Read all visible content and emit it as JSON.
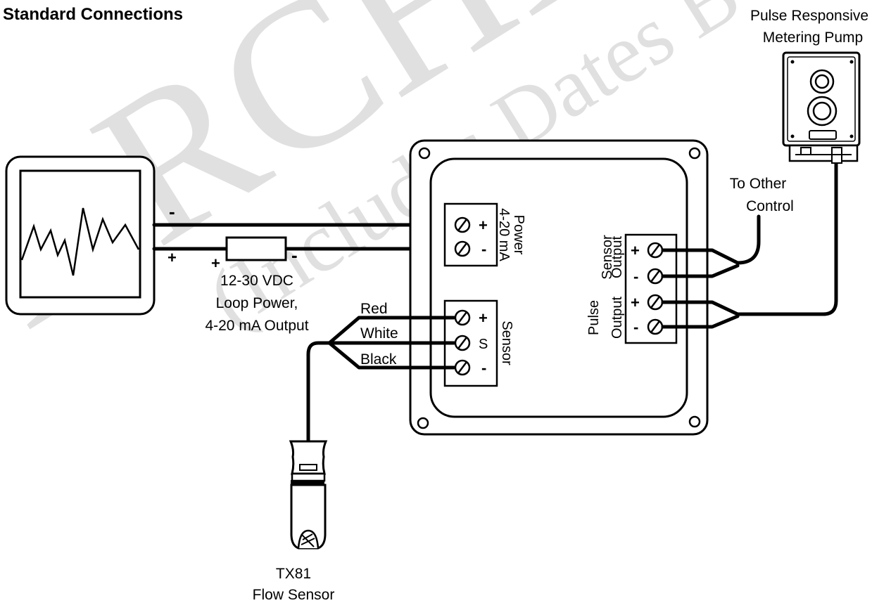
{
  "title": "Standard Connections",
  "watermark": {
    "main": "ARCHIVE",
    "sub": "(Includes Dates B"
  },
  "pump": {
    "line1": "Pulse Responsive",
    "line2": "Metering Pump"
  },
  "other_control": {
    "line1": "To Other",
    "line2": "Control"
  },
  "loop": {
    "minus": "-",
    "plus": "+",
    "res_plus": "+",
    "res_minus": "-",
    "line1": "12-30 VDC",
    "line2": "Loop Power,",
    "line3": "4-20 mA Output"
  },
  "controller": {
    "power_block": {
      "plus": "+",
      "minus": "-",
      "label1": "Power",
      "label2": "4-20 mA"
    },
    "sensor_block": {
      "plus": "+",
      "s": "S",
      "minus": "-",
      "label": "Sensor"
    },
    "output_block": {
      "plus1": "+",
      "minus1": "-",
      "plus2": "+",
      "minus2": "-",
      "label_sensor_1": "Sensor",
      "label_sensor_2": "Output",
      "label_pulse_1": "Pulse",
      "label_pulse_2": "Output"
    }
  },
  "wires": {
    "red": "Red",
    "white": "White",
    "black": "Black"
  },
  "sensor": {
    "line1": "TX81",
    "line2": "Flow Sensor"
  }
}
